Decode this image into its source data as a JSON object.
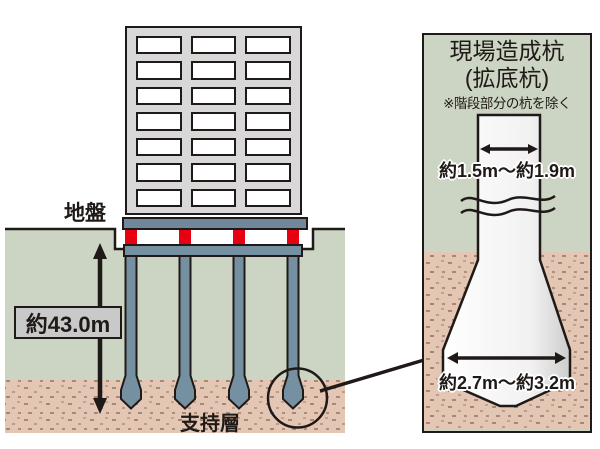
{
  "colors": {
    "outline": "#1f1a17",
    "building_gray": "#d8d8d8",
    "slab_blue": "#71889c",
    "pile_blue": "#7590a0",
    "isolator_red": "#e60012",
    "ground_green": "#ccd4c3",
    "support_pink": "#e4c6b5",
    "speckle_brown": "#a98772",
    "label_gray": "#c9c9c9"
  },
  "building": {
    "floors": 7,
    "windows_per_floor": 3,
    "pile_count": 4
  },
  "left_diagram": {
    "ground_label": "地盤",
    "depth_label": "約43.0m",
    "support_layer_label": "支持層"
  },
  "detail_panel": {
    "title_line1": "現場造成杭",
    "title_line2": "(拡底杭)",
    "note": "※階段部分の杭を除く",
    "shaft_width_label": "約1.5m〜約1.9m",
    "base_width_label": "約2.7m〜約3.2m"
  }
}
